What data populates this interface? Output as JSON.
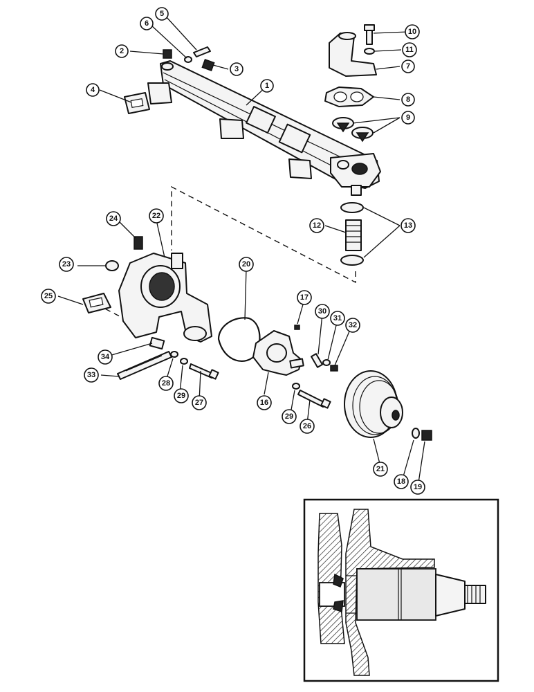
{
  "diagram": {
    "callouts": [
      {
        "id": "c1",
        "label": "1"
      },
      {
        "id": "c2",
        "label": "2"
      },
      {
        "id": "c3",
        "label": "3"
      },
      {
        "id": "c4",
        "label": "4"
      },
      {
        "id": "c5",
        "label": "5"
      },
      {
        "id": "c6",
        "label": "6"
      },
      {
        "id": "c7",
        "label": "7"
      },
      {
        "id": "c8",
        "label": "8"
      },
      {
        "id": "c9",
        "label": "9"
      },
      {
        "id": "c10",
        "label": "10"
      },
      {
        "id": "c11",
        "label": "11"
      },
      {
        "id": "c12",
        "label": "12"
      },
      {
        "id": "c13",
        "label": "13"
      },
      {
        "id": "c16",
        "label": "16"
      },
      {
        "id": "c17",
        "label": "17"
      },
      {
        "id": "c18",
        "label": "18"
      },
      {
        "id": "c19",
        "label": "19"
      },
      {
        "id": "c20",
        "label": "20"
      },
      {
        "id": "c21",
        "label": "21"
      },
      {
        "id": "c22",
        "label": "22"
      },
      {
        "id": "c23",
        "label": "23"
      },
      {
        "id": "c24",
        "label": "24"
      },
      {
        "id": "c25",
        "label": "25"
      },
      {
        "id": "c26",
        "label": "26"
      },
      {
        "id": "c27",
        "label": "27"
      },
      {
        "id": "c28",
        "label": "28"
      },
      {
        "id": "c29a",
        "label": "29"
      },
      {
        "id": "c29b",
        "label": "29"
      },
      {
        "id": "c30",
        "label": "30"
      },
      {
        "id": "c31",
        "label": "31"
      },
      {
        "id": "c32",
        "label": "32"
      },
      {
        "id": "c33",
        "label": "33"
      },
      {
        "id": "c34",
        "label": "34"
      }
    ],
    "colors": {
      "ink": "#111111",
      "paper": "#ffffff",
      "part_fill": "#f4f4f4"
    }
  }
}
